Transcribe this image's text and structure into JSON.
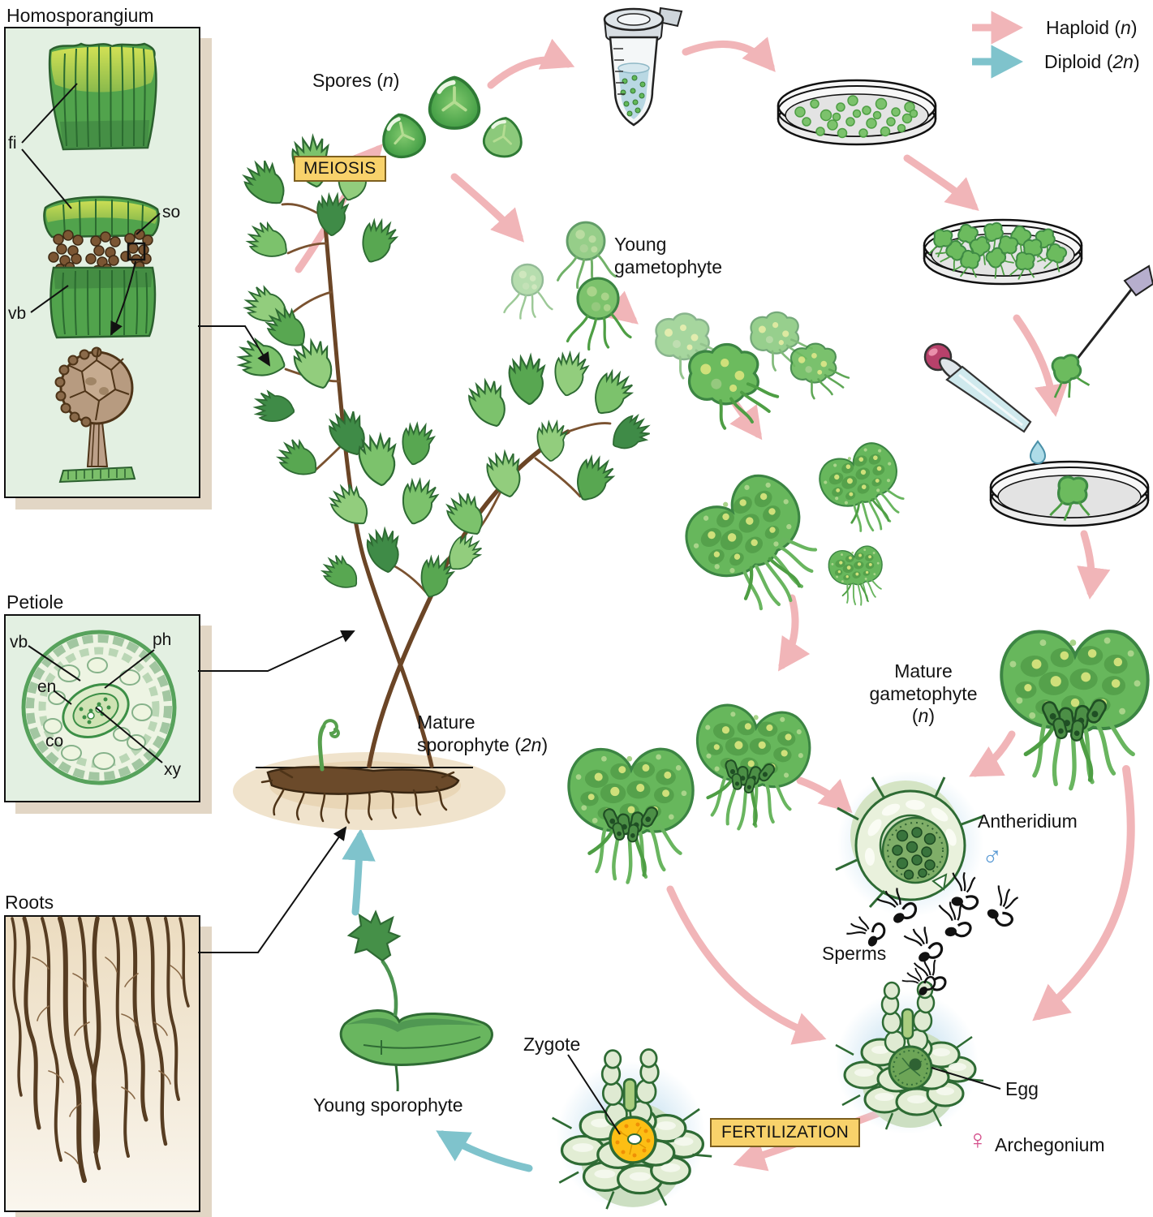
{
  "legend": {
    "haploid": {
      "pre": "Haploid (",
      "it": "n",
      "post": ")"
    },
    "diploid": {
      "pre": "Diploid (",
      "it": "2n",
      "post": ")"
    }
  },
  "process": {
    "meiosis": "MEIOSIS",
    "fertilization": "FERTILIZATION"
  },
  "stages": {
    "spores": {
      "pre": "Spores (",
      "it": "n",
      "post": ")"
    },
    "young_gametophyte": {
      "line1": "Young",
      "line2": "gametophyte"
    },
    "mature_gametophyte": {
      "line1": "Mature",
      "line2": "gametophyte",
      "pre": "(",
      "it": "n",
      "post": ")"
    },
    "mature_sporophyte": {
      "line1": "Mature",
      "pre": "sporophyte (",
      "it": "2n",
      "post": ")"
    },
    "young_sporophyte": "Young sporophyte",
    "antheridium": "Antheridium",
    "sperms": "Sperms",
    "egg": "Egg",
    "archegonium": "Archegonium",
    "zygote": "Zygote"
  },
  "symbols": {
    "male": "♂",
    "female": "♀"
  },
  "insets": {
    "homosporangium": {
      "title": "Homosporangium",
      "fi": "fi",
      "so": "so",
      "vb": "vb"
    },
    "petiole": {
      "title": "Petiole",
      "vb": "vb",
      "ph": "ph",
      "en": "en",
      "co": "co",
      "xy": "xy"
    },
    "roots": {
      "title": "Roots"
    }
  },
  "colors": {
    "haploid_arrow": "#f1b5b8",
    "diploid_arrow": "#7fc3cc",
    "process_box_bg": "#f8d26b",
    "process_box_border": "#7d5f1f",
    "inset_bg": "#e3f0e2",
    "inset_shadow": "#e2d6c5",
    "male_symbol": "#5b9bd5",
    "female_symbol": "#d4508c",
    "zygote_fill": "#fdbe14"
  },
  "icons": {
    "tube": "microcentrifuge-tube-icon",
    "dish": "petri-dish-icon",
    "dropper": "dropper-icon",
    "pick": "transfer-pick-icon",
    "droplet": "water-droplet-icon"
  }
}
